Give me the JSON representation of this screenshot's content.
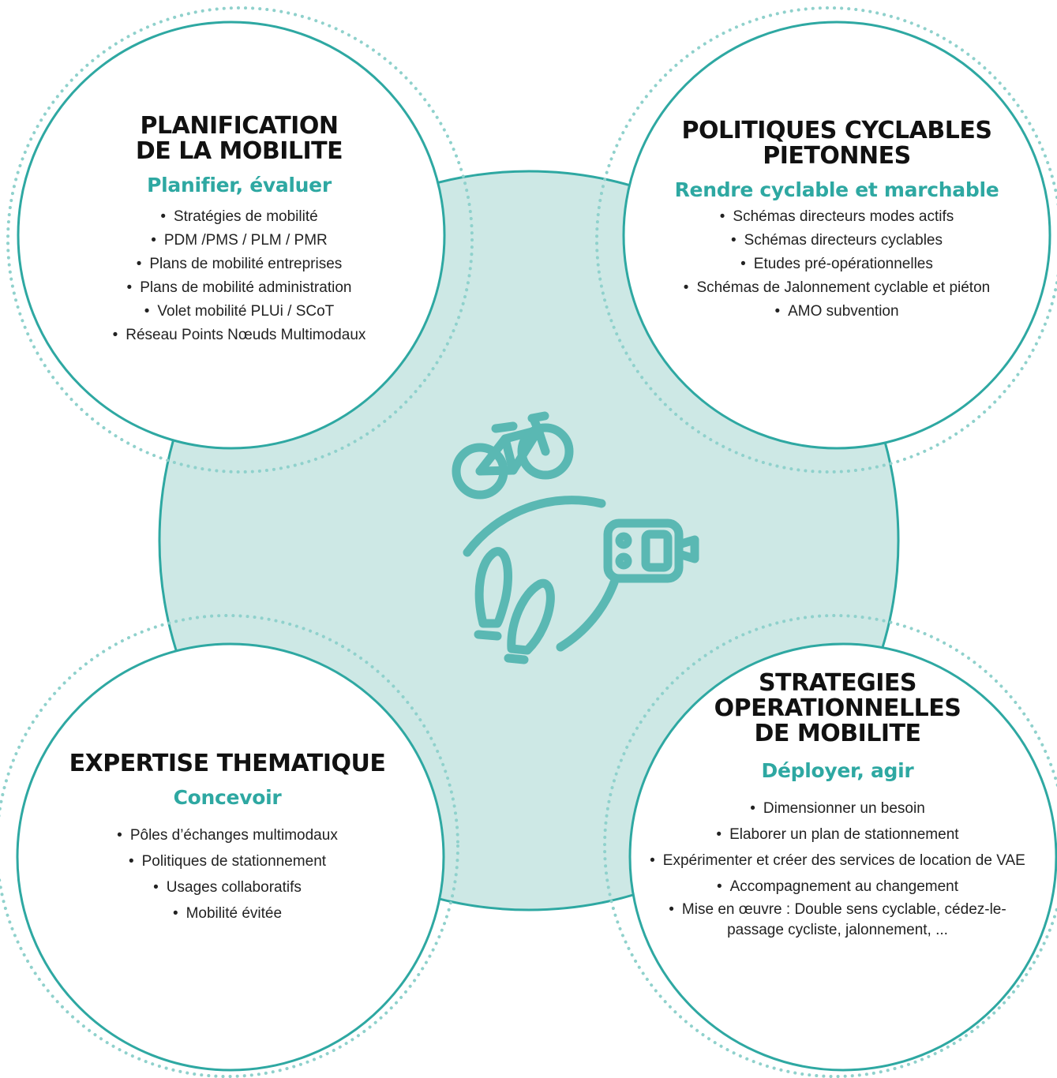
{
  "colors": {
    "teal": "#2ea8a2",
    "center_fill": "#cde8e5",
    "icon_stroke": "#5ab8b3",
    "dots": "#8fd1cc"
  },
  "center_icon": "mobility-icon (bicycle, footprints, bus)",
  "circles": {
    "top_left": {
      "title_line1": "PLANIFICATION",
      "title_line2": "DE LA MOBILITE",
      "subtitle": "Planifier, évaluer",
      "items": [
        "Stratégies de mobilité",
        "PDM /PMS / PLM / PMR",
        "Plans de mobilité entreprises",
        "Plans de mobilité administration",
        "Volet mobilité PLUi / SCoT",
        "Réseau Points Nœuds Multimodaux"
      ]
    },
    "top_right": {
      "title_line1": "POLITIQUES CYCLABLES",
      "title_line2": "PIETONNES",
      "subtitle": "Rendre cyclable et marchable",
      "items": [
        "Schémas directeurs modes actifs",
        "Schémas directeurs cyclables",
        "Etudes pré-opérationnelles",
        "Schémas de Jalonnement cyclable et piéton",
        "AMO subvention"
      ]
    },
    "bottom_left": {
      "title_line1": "EXPERTISE THEMATIQUE",
      "subtitle": "Concevoir",
      "items": [
        "Pôles d’échanges multimodaux",
        "Politiques de stationnement",
        "Usages collaboratifs",
        "Mobilité évitée"
      ]
    },
    "bottom_right": {
      "title_line1": "STRATEGIES",
      "title_line2": "OPERATIONNELLES",
      "title_line3": "DE MOBILITE",
      "subtitle": "Déployer, agir",
      "items": [
        "Dimensionner un besoin",
        "Elaborer un plan de stationnement",
        "Expérimenter et créer des services de location de VAE",
        "Accompagnement au changement",
        "Mise en œuvre : Double sens cyclable, cédez-le-passage cycliste, jalonnement, ..."
      ]
    }
  }
}
